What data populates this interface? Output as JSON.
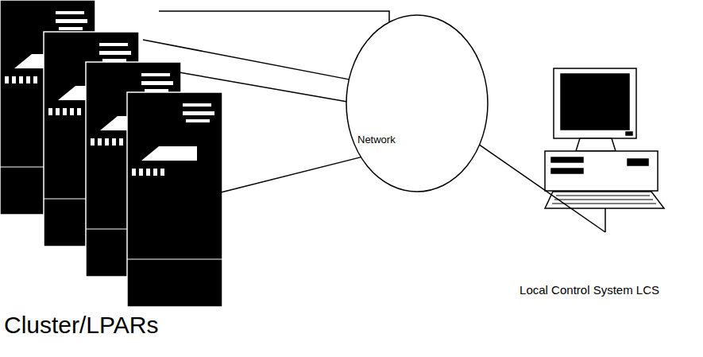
{
  "diagram": {
    "nodes": [
      {
        "text": [
          "Cluster/LPARs"
        ]
      },
      {
        "text": [
          "Network"
        ]
      },
      {
        "text": [
          "Local Control System LCS"
        ]
      }
    ],
    "edges": [
      {
        "from": 0,
        "to": 1,
        "arrow": "none"
      },
      {
        "from": 0,
        "to": 1,
        "arrow": "none"
      },
      {
        "from": 0,
        "to": 1,
        "arrow": "none"
      },
      {
        "from": 0,
        "to": 1,
        "arrow": "none"
      },
      {
        "from": 1,
        "to": 2,
        "arrow": "none"
      }
    ]
  }
}
